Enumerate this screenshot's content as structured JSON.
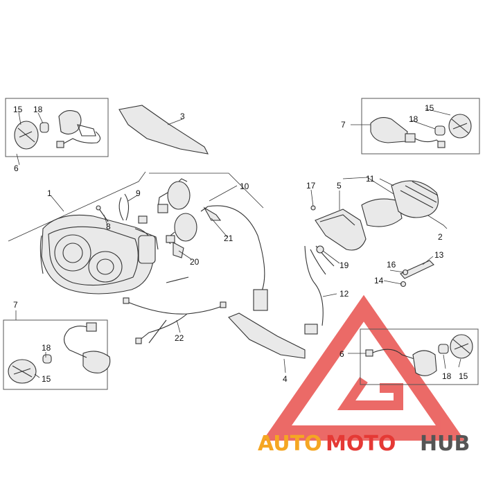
{
  "callouts": {
    "c1": "1",
    "c2": "2",
    "c3": "3",
    "c4": "4",
    "c5": "5",
    "c6a": "6",
    "c6b": "6",
    "c7a": "7",
    "c7b": "7",
    "c8": "8",
    "c9": "9",
    "c10": "10",
    "c11": "11",
    "c12": "12",
    "c13": "13",
    "c14": "14",
    "c15a": "15",
    "c15b": "15",
    "c15c": "15",
    "c15d": "15",
    "c16": "16",
    "c17": "17",
    "c18a": "18",
    "c18b": "18",
    "c18c": "18",
    "c18d": "18",
    "c19": "19",
    "c20": "20",
    "c21": "21",
    "c22": "22"
  },
  "watermark": {
    "part1": "AUTO",
    "part2": "MOTO",
    "part3": "HUB",
    "color_orange": "#f5a623",
    "color_red": "#e53935",
    "color_dark": "#555555"
  }
}
